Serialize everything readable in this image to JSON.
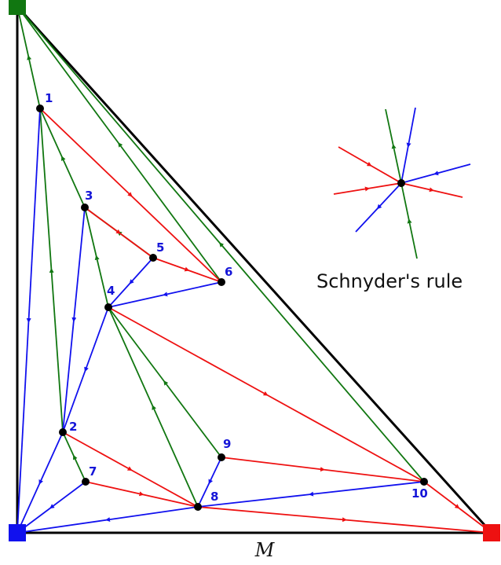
{
  "caption": "Schnyder's rule",
  "base_label": "M",
  "colors": {
    "red": "#ee1111",
    "green": "#117711",
    "blue": "#1111ee",
    "black": "#000000",
    "label_blue": "#1515d8"
  },
  "nodes": [
    {
      "id": "1",
      "label": "1"
    },
    {
      "id": "2",
      "label": "2"
    },
    {
      "id": "3",
      "label": "3"
    },
    {
      "id": "4",
      "label": "4"
    },
    {
      "id": "5",
      "label": "5"
    },
    {
      "id": "6",
      "label": "6"
    },
    {
      "id": "7",
      "label": "7"
    },
    {
      "id": "8",
      "label": "8"
    },
    {
      "id": "9",
      "label": "9"
    },
    {
      "id": "10",
      "label": "10"
    }
  ],
  "outer_vertices": [
    {
      "id": "G",
      "color": "green"
    },
    {
      "id": "B",
      "color": "blue"
    },
    {
      "id": "R",
      "color": "red"
    }
  ],
  "edges": {
    "green": [
      [
        "1",
        "G"
      ],
      [
        "3",
        "1"
      ],
      [
        "5",
        "3"
      ],
      [
        "4",
        "3"
      ],
      [
        "2",
        "1"
      ],
      [
        "7",
        "2"
      ],
      [
        "8",
        "4"
      ],
      [
        "9",
        "4"
      ],
      [
        "6",
        "G"
      ],
      [
        "10",
        "G"
      ]
    ],
    "red": [
      [
        "1",
        "6"
      ],
      [
        "3",
        "5"
      ],
      [
        "5",
        "6"
      ],
      [
        "4",
        "10"
      ],
      [
        "2",
        "8"
      ],
      [
        "7",
        "8"
      ],
      [
        "9",
        "10"
      ],
      [
        "8",
        "R"
      ],
      [
        "10",
        "R"
      ]
    ],
    "blue": [
      [
        "1",
        "B"
      ],
      [
        "3",
        "2"
      ],
      [
        "4",
        "2"
      ],
      [
        "5",
        "4"
      ],
      [
        "6",
        "4"
      ],
      [
        "2",
        "B"
      ],
      [
        "7",
        "B"
      ],
      [
        "8",
        "B"
      ],
      [
        "9",
        "8"
      ],
      [
        "10",
        "8"
      ]
    ]
  }
}
